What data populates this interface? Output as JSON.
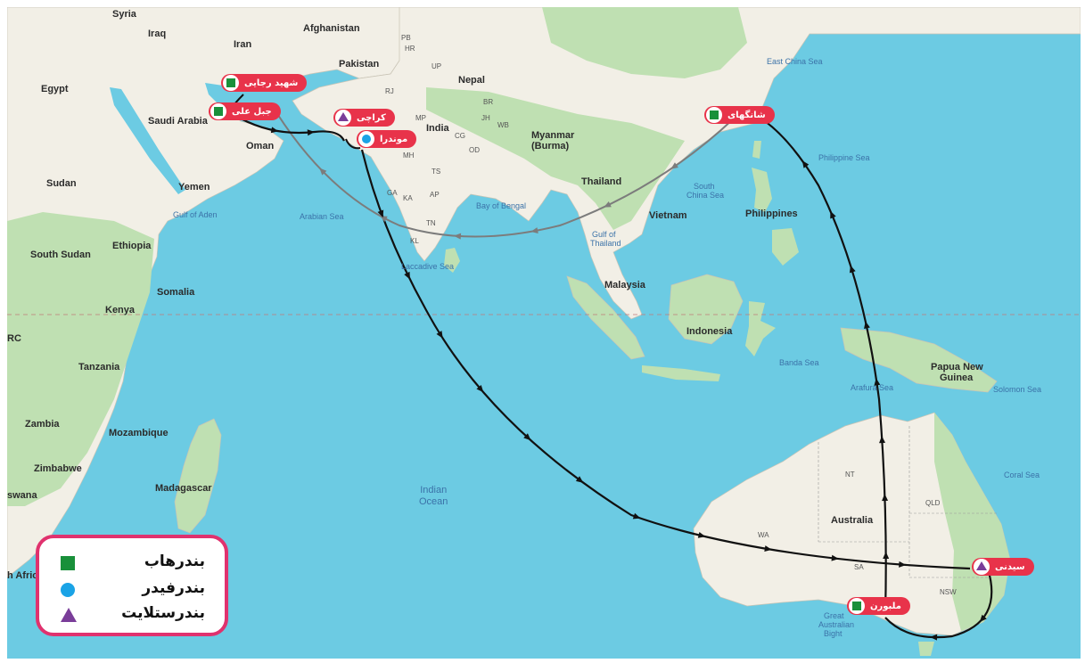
{
  "colors": {
    "water": "#6ccbe3",
    "land": "#f2efe6",
    "land_green": "#bfe0b2",
    "port_pill": "#e8334a",
    "legend_border": "#e0326e",
    "route_primary": "#111111",
    "route_secondary": "#7c7c7c",
    "hub": "#19903a",
    "feeder": "#1aa3e6",
    "satellite": "#7a3d99"
  },
  "legend": {
    "hub": {
      "label": "بندرهاب",
      "icon": "green-square-icon"
    },
    "feeder": {
      "label": "بندرفیدر",
      "icon": "blue-circle-icon"
    },
    "satellite": {
      "label": "بندرستلایت",
      "icon": "purple-triangle-icon"
    }
  },
  "ports": [
    {
      "id": "shahid-rajaee",
      "name": "شهید رجایی",
      "type": "hub"
    },
    {
      "id": "jebel-ali",
      "name": "جبل علی",
      "type": "hub"
    },
    {
      "id": "karachi",
      "name": "کراچی",
      "type": "satellite"
    },
    {
      "id": "mundra",
      "name": "موندرا",
      "type": "feeder"
    },
    {
      "id": "shanghai",
      "name": "شانگهای",
      "type": "hub"
    },
    {
      "id": "sydney",
      "name": "سیدنی",
      "type": "satellite"
    },
    {
      "id": "melbourne",
      "name": "ملبورن",
      "type": "hub"
    }
  ],
  "labels": {
    "countries": [
      "Syria",
      "Iraq",
      "Iran",
      "Afghanistan",
      "Pakistan",
      "Nepal",
      "Egypt",
      "Saudi Arabia",
      "Oman",
      "Yemen",
      "Sudan",
      "India",
      "Myanmar",
      "(Burma)",
      "Thailand",
      "Vietnam",
      "Philippines",
      "Malaysia",
      "Indonesia",
      "Ethiopia",
      "South Sudan",
      "Somalia",
      "Kenya",
      "Tanzania",
      "Zambia",
      "Mozambique",
      "Zimbabwe",
      "Madagascar",
      "Australia",
      "Papua New",
      "Guinea",
      "RC",
      "swana",
      "h Afric"
    ],
    "seas": [
      "East China Sea",
      "Philippine Sea",
      "South",
      "China Sea",
      "Gulf of",
      "Thailand",
      "Bay of Bengal",
      "Arabian Sea",
      "Gulf of Aden",
      "Laccadive Sea",
      "Banda Sea",
      "Arafura Sea",
      "Solomon Sea",
      "Coral Sea",
      "Great",
      "Australian",
      "Bight"
    ],
    "ocean": [
      "Indian",
      "Ocean"
    ],
    "regions": [
      "NT",
      "QLD",
      "WA",
      "SA",
      "NSW",
      "PB",
      "HR",
      "UP",
      "RJ",
      "MH",
      "GA",
      "KA",
      "TN",
      "KL",
      "AP",
      "TS",
      "OD",
      "CG",
      "MP",
      "BR",
      "JH",
      "WB"
    ]
  }
}
